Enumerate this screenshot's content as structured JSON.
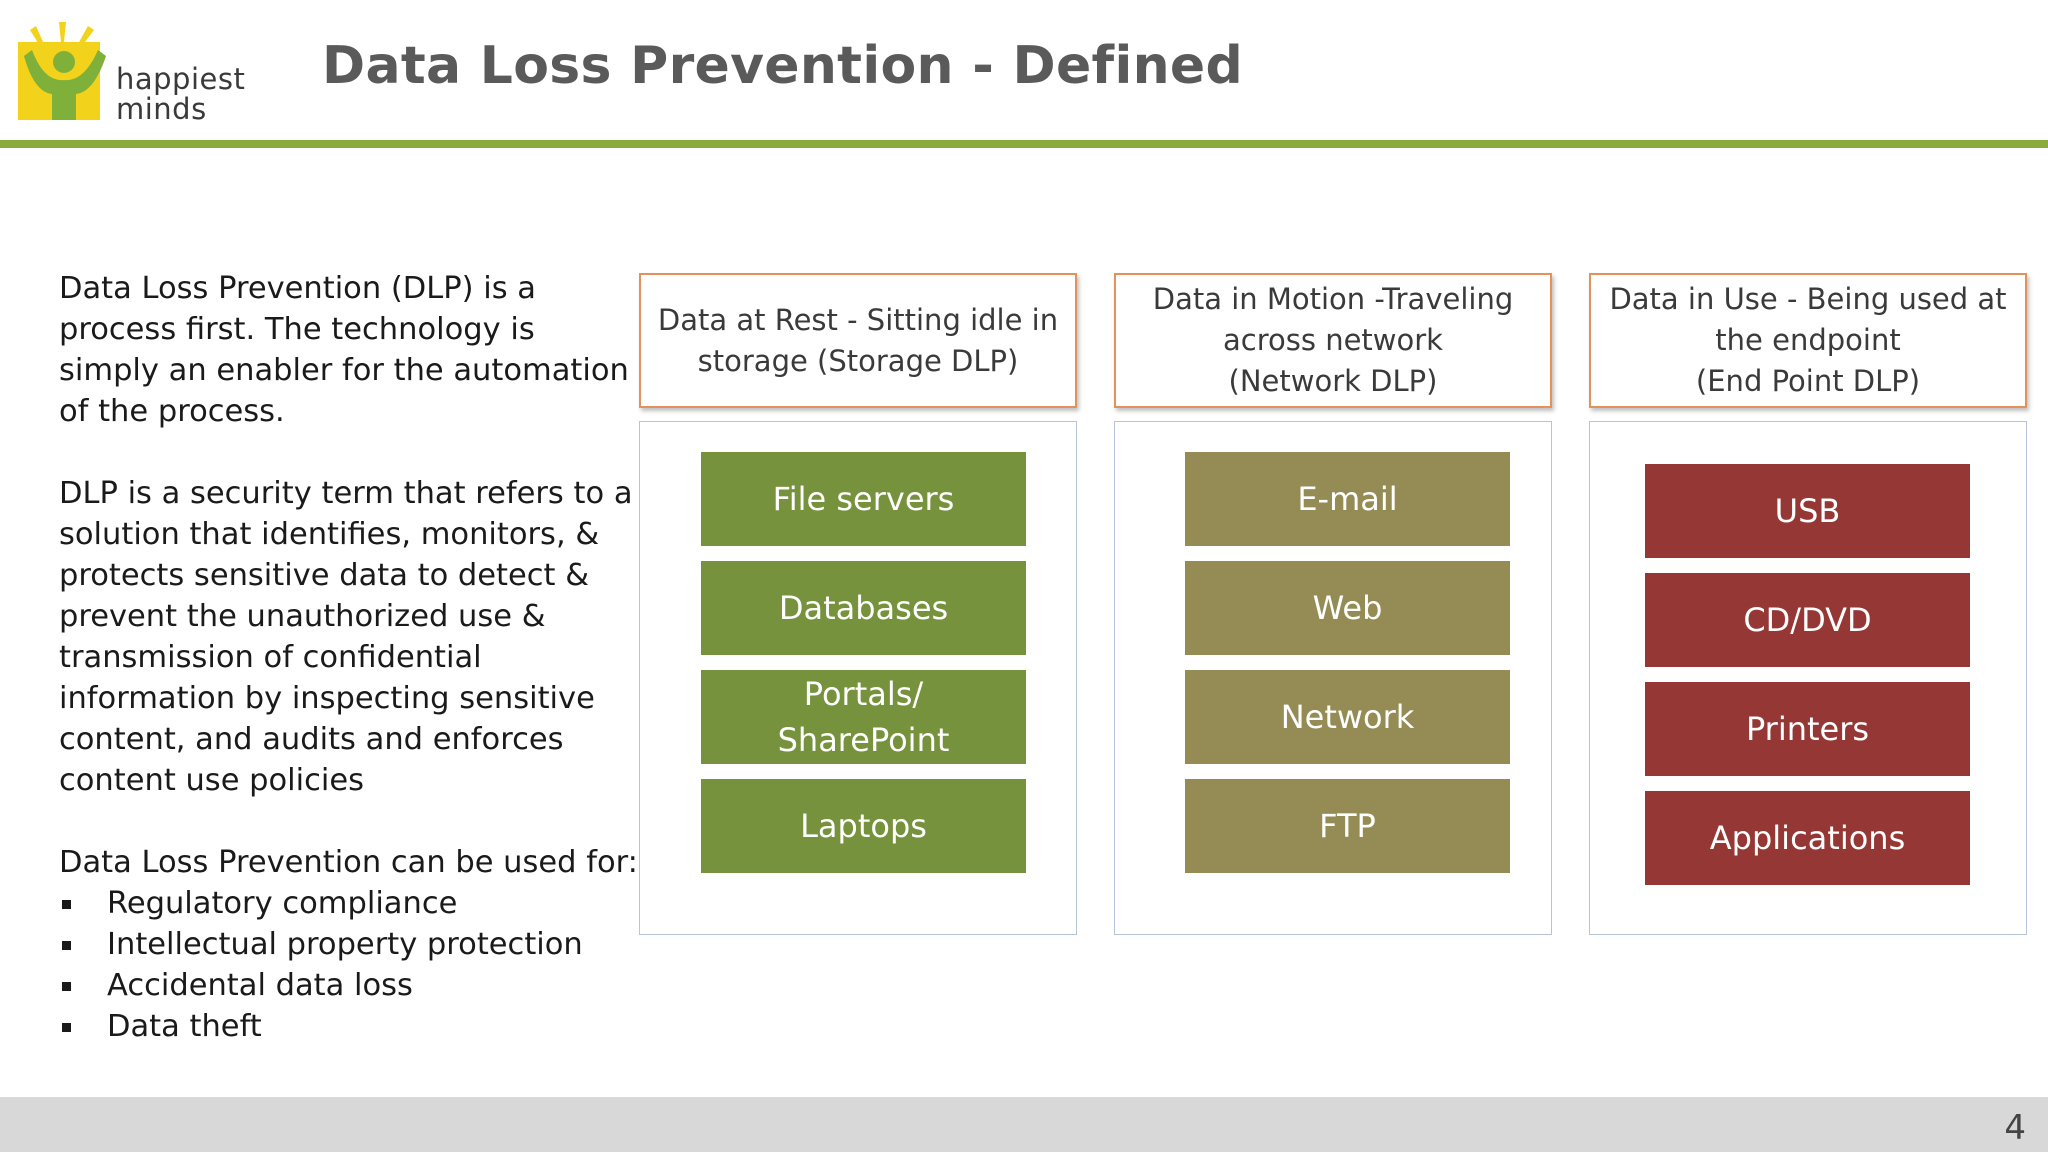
{
  "logo": {
    "line1": "happiest",
    "line2": "minds",
    "colors": {
      "sun": "#f2d21b",
      "figure": "#7fb03a"
    }
  },
  "slide": {
    "title": "Data Loss Prevention - Defined",
    "page_number": "4"
  },
  "body": {
    "para1": "Data Loss Prevention (DLP) is a process first. The technology is simply an enabler for the automation of the process.",
    "para2": "DLP is a security term that refers to a solution that identifies, monitors, & protects sensitive data to detect & prevent the unauthorized use & transmission of confidential information by inspecting sensitive content, and audits and enforces content use policies",
    "para3": "Data Loss Prevention can be used for:",
    "bullets": [
      "Regulatory compliance",
      "Intellectual property protection",
      "Accidental data loss",
      "Data theft"
    ]
  },
  "columns": [
    {
      "header": "Data at Rest  - Sitting idle in\nstorage (Storage DLP)",
      "items": [
        "File servers",
        "Databases",
        "Portals/\nSharePoint",
        "Laptops"
      ]
    },
    {
      "header": "Data in Motion -Traveling\nacross network\n(Network DLP)",
      "items": [
        "E-mail",
        "Web",
        "Network",
        "FTP"
      ]
    },
    {
      "header": "Data in Use  - Being used at\nthe endpoint\n(End Point DLP)",
      "items": [
        "USB",
        "CD/DVD",
        "Printers",
        "Applications"
      ]
    }
  ],
  "colors": {
    "accent_rule": "#8aaa3c",
    "header_border": "#e2925a",
    "rest_items": "#76923c",
    "motion_items": "#958c55",
    "use_items": "#953735"
  }
}
